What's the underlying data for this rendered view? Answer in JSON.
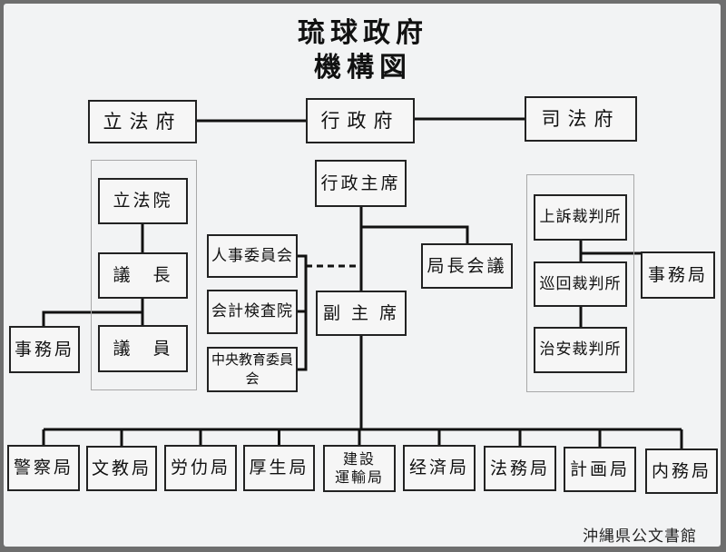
{
  "title": {
    "line1": "琉球政府",
    "line2": "機構図"
  },
  "top": {
    "legislature": "立法府",
    "executive": "行政府",
    "judiciary": "司法府"
  },
  "legislature": {
    "council": "立法院",
    "speaker": "議　長",
    "members": "議　員",
    "secretariat": "事務局"
  },
  "executive": {
    "chief": "行政主席",
    "deputy": "副 主 席",
    "directors_council": "局長会議",
    "commissions": [
      "人事委員会",
      "会計検査院",
      "中央教育委員会"
    ]
  },
  "judiciary": {
    "upper_court": "上訴裁判所",
    "circuit_court": "巡回裁判所",
    "magistrate_court": "治安裁判所",
    "secretariat": "事務局"
  },
  "bureaus": [
    "警察局",
    "文教局",
    "労仂局",
    "厚生局",
    "建設\n運輸局",
    "经済局",
    "法務局",
    "計画局",
    "内務局"
  ],
  "watermark": "沖縄県公文書館"
}
